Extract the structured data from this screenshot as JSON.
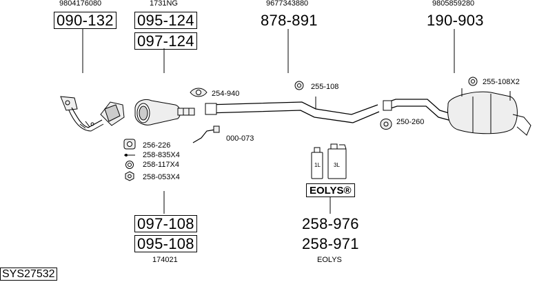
{
  "labels": {
    "ref_9804176080": "9804176080",
    "ref_1731ng": "1731NG",
    "ref_9677343880": "9677343880",
    "ref_9805859280": "9805859280",
    "part_090_132": "090-132",
    "part_095_124": "095-124",
    "part_097_124": "097-124",
    "part_878_891": "878-891",
    "part_190_903": "190-903",
    "part_254_940": "254-940",
    "part_255_108": "255-108",
    "part_255_108x2": "255-108X2",
    "part_250_260": "250-260",
    "part_000_073": "000-073",
    "part_256_226": "256-226",
    "part_258_835x4": "258-835X4",
    "part_258_117x4": "258-117X4",
    "part_258_053x4": "258-053X4",
    "part_097_108": "097-108",
    "part_095_108": "095-108",
    "ref_174021": "174021",
    "eolys_badge": "EOLYS®",
    "part_258_976": "258-976",
    "part_258_971": "258-971",
    "eolys_caption": "EOLYS",
    "bottle_small": "1L",
    "bottle_large": "3L",
    "system_code": "SYS27532"
  }
}
